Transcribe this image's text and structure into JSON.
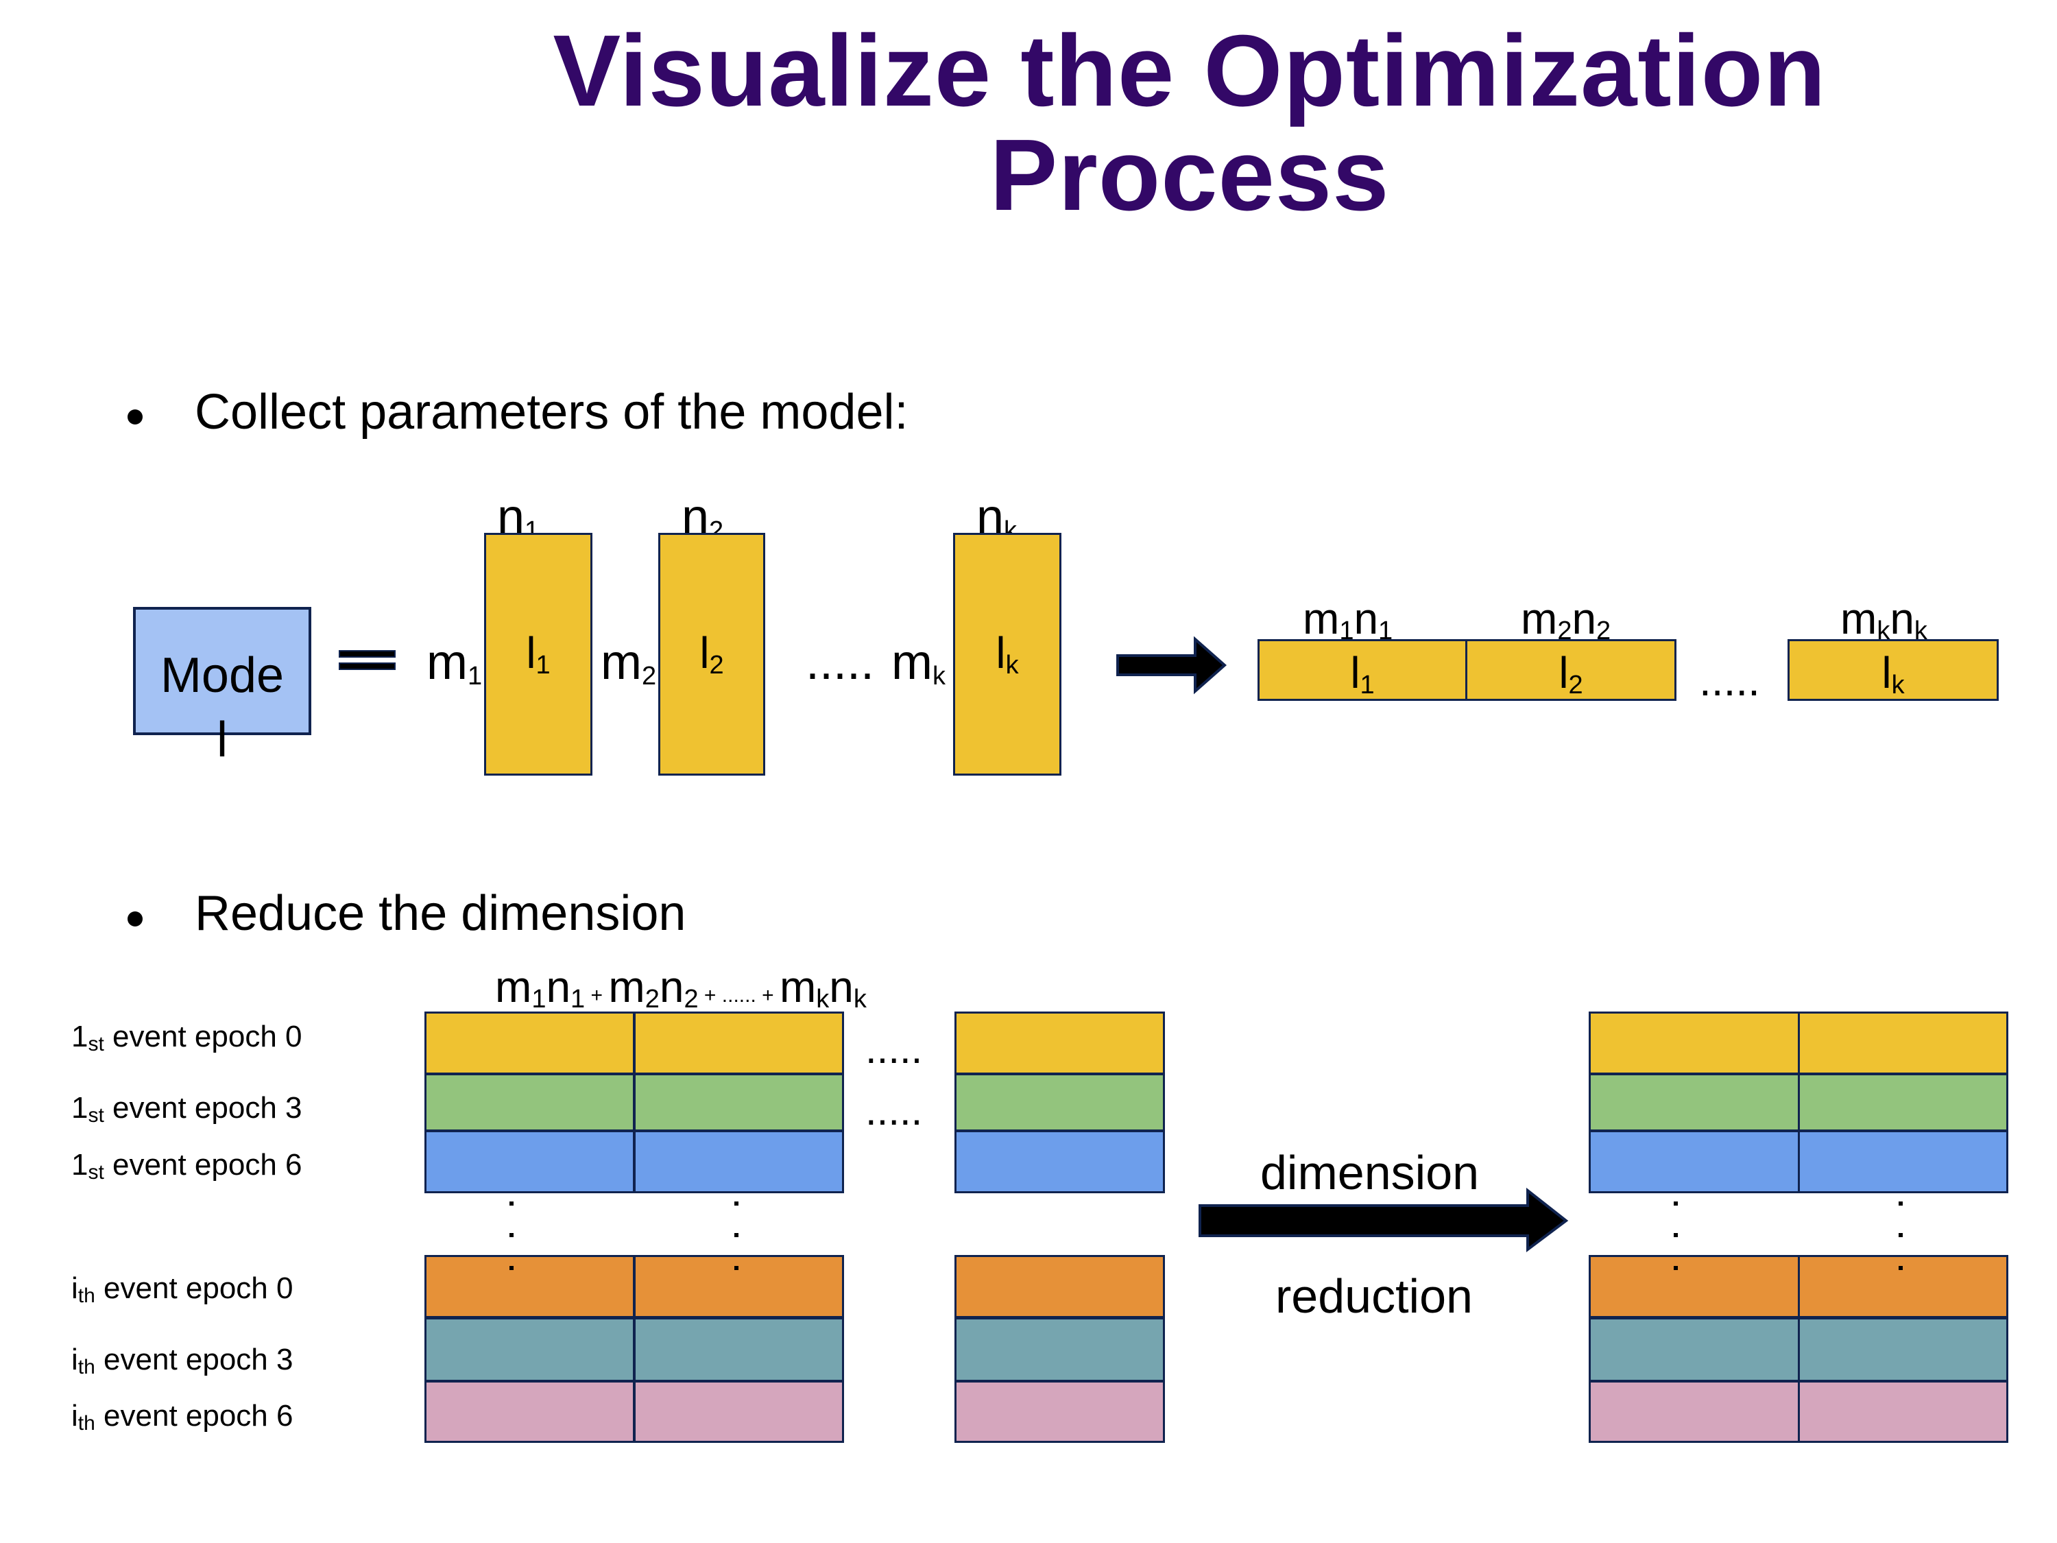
{
  "title": {
    "line1": "Visualize the Optimization",
    "line2": "Process"
  },
  "bullets": [
    {
      "text": "Collect parameters of the model:"
    },
    {
      "text": "Reduce the dimension"
    }
  ],
  "section1": {
    "model_label_line1": "Mode",
    "model_label_line2": "l",
    "equals": "=",
    "layers": [
      {
        "row_dim": "m",
        "row_sub": "1",
        "col_dim": "n",
        "col_sub": "1",
        "name": "l",
        "name_sub": "1"
      },
      {
        "row_dim": "m",
        "row_sub": "2",
        "col_dim": "n",
        "col_sub": "2",
        "name": "l",
        "name_sub": "2"
      },
      {
        "row_dim": "m",
        "row_sub": "k",
        "col_dim": "n",
        "col_sub": "k",
        "name": "l",
        "name_sub": "k"
      }
    ],
    "ellipsis": ".....",
    "flattened": [
      {
        "header": "m",
        "header_sub1": "1",
        "header2": "n",
        "header_sub2": "1",
        "name": "l",
        "name_sub": "1"
      },
      {
        "header": "m",
        "header_sub1": "2",
        "header2": "n",
        "header_sub2": "2",
        "name": "l",
        "name_sub": "2"
      },
      {
        "header": "m",
        "header_sub1": "k",
        "header2": "n",
        "header_sub2": "k",
        "name": "l",
        "name_sub": "k"
      }
    ],
    "flat_ellipsis": "....."
  },
  "section2": {
    "sum_header": {
      "t1": "m",
      "s1": "1",
      "t2": "n",
      "s2": "1",
      "plus1": " + ",
      "t3": "m",
      "s3": "2",
      "t4": "n",
      "s4": "2",
      "plus2": " + ...... + ",
      "t5": "m",
      "s5": "k",
      "t6": "n",
      "s6": "k"
    },
    "rows": [
      {
        "num": "1",
        "sup": "st",
        "rest": " event epoch 0",
        "color": "#efc231"
      },
      {
        "num": "1",
        "sup": "st",
        "rest": " event epoch 3",
        "color": "#93c47d"
      },
      {
        "num": "1",
        "sup": "st",
        "rest": " event epoch 6",
        "color": "#6d9eeb"
      },
      {
        "num": "i",
        "sup": "th",
        "rest": " event epoch 0",
        "color": "#e69138"
      },
      {
        "num": "i",
        "sup": "th",
        "rest": " event epoch 3",
        "color": "#76a5af"
      },
      {
        "num": "i",
        "sup": "th",
        "rest": " event epoch 6",
        "color": "#d5a6bd"
      }
    ],
    "row_ellipsis": ".....",
    "arrow_label_line1": "dimension",
    "arrow_label_line2": "reduction"
  },
  "colors": {
    "title": "#330867",
    "layer_fill": "#efc231",
    "model_fill": "#a4c2f4",
    "border": "#10234f"
  }
}
